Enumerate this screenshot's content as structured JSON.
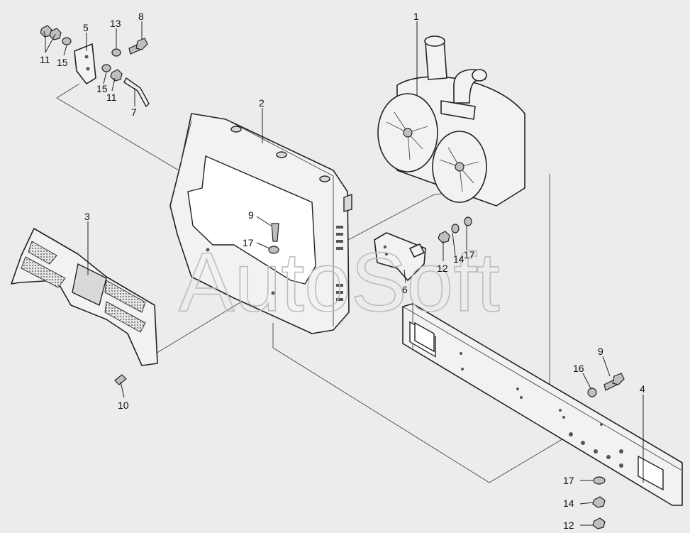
{
  "callouts": {
    "c1": "1",
    "c2": "2",
    "c3": "3",
    "c4": "4",
    "c5": "5",
    "c6": "6",
    "c7": "7",
    "c8": "8",
    "c9a": "9",
    "c9b": "9",
    "c10": "10",
    "c11a": "11",
    "c11b": "11",
    "c12a": "12",
    "c12b": "12",
    "c13": "13",
    "c14a": "14",
    "c14b": "14",
    "c15a": "15",
    "c15b": "15",
    "c16": "16",
    "c17a": "17",
    "c17b": "17",
    "c17c": "17"
  },
  "watermark": "AutoSoft",
  "colors": {
    "background": "#ececec",
    "outline": "#222222",
    "watermark": "#bdbdbd"
  }
}
